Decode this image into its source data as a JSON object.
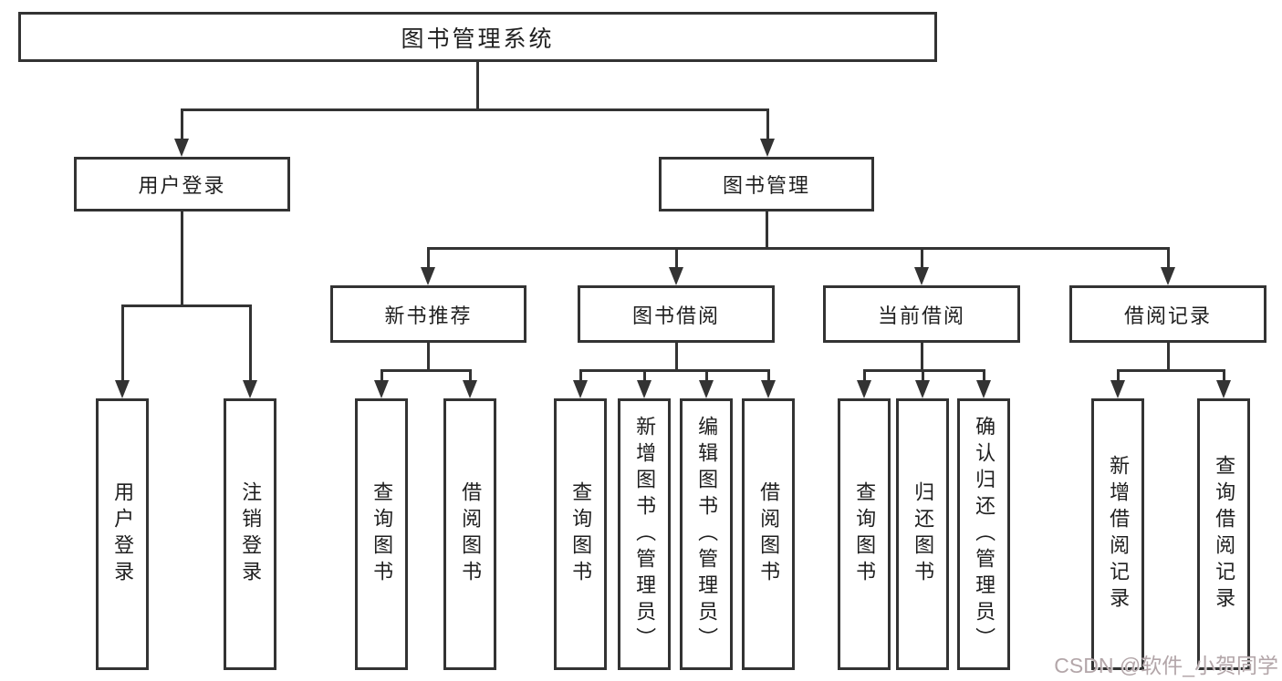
{
  "diagram": {
    "type": "function-structure-tree",
    "colors": {
      "line": "#333333",
      "box_border": "#333333",
      "background": "#ffffff",
      "text": "#1f1f1f",
      "watermark": "#b3a6a9"
    },
    "watermark": "CSDN @软件_小贺同学"
  },
  "tree": {
    "label": "图书管理系统",
    "children": [
      {
        "label": "用户登录",
        "children": [
          {
            "label": "用户登录"
          },
          {
            "label": "注销登录"
          }
        ]
      },
      {
        "label": "图书管理",
        "children": [
          {
            "label": "新书推荐",
            "children": [
              {
                "label": "查询图书"
              },
              {
                "label": "借阅图书"
              }
            ]
          },
          {
            "label": "图书借阅",
            "children": [
              {
                "label": "查询图书"
              },
              {
                "label": "新增图书（管理员）"
              },
              {
                "label": "编辑图书（管理员）"
              },
              {
                "label": "借阅图书"
              }
            ]
          },
          {
            "label": "当前借阅",
            "children": [
              {
                "label": "查询图书"
              },
              {
                "label": "归还图书"
              },
              {
                "label": "确认归还（管理员）"
              }
            ]
          },
          {
            "label": "借阅记录",
            "children": [
              {
                "label": "新增借阅记录"
              },
              {
                "label": "查询借阅记录"
              }
            ]
          }
        ]
      }
    ]
  }
}
